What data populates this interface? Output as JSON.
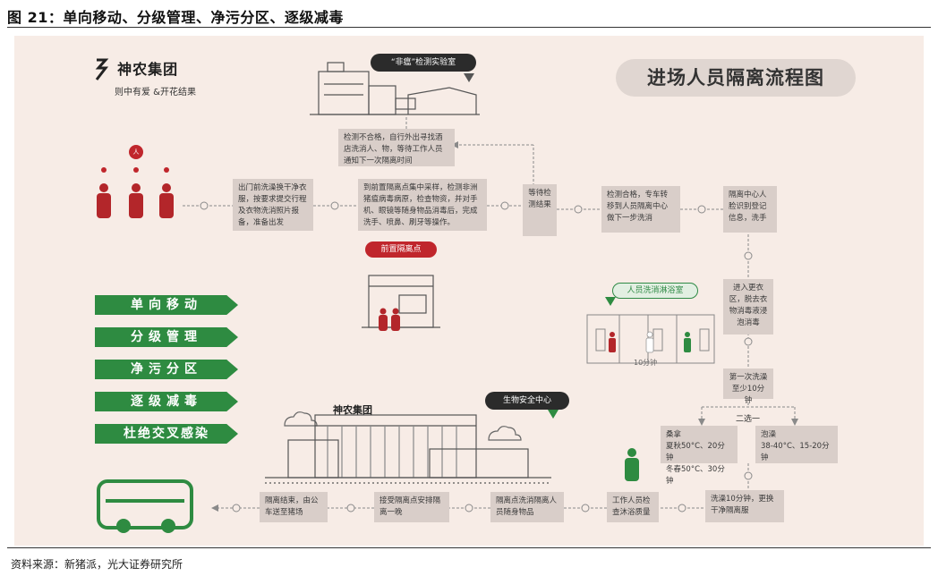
{
  "figure_title": "图 21：单向移动、分级管理、净污分区、逐级减毒",
  "source_note": "资料来源：新猪派，光大证券研究所",
  "poster": {
    "brand_name": "神农集团",
    "brand_slogan": "则中有爱 &开花结果",
    "main_title": "进场人员隔离流程图",
    "lab_label": "“非瘟”检测实验室",
    "pre_isolation_label": "前置隔离点",
    "shower_room_label": "人员洗消淋浴室",
    "shower_time_note": "10分钟",
    "biosafety_label": "生物安全中心",
    "building_brand": "神农集团",
    "choice_label": "二选一",
    "person_badge": "人",
    "steps": {
      "s1": "出门前洗澡换干净衣服，按要求提交行程及衣物洗消照片报备，准备出发",
      "s2": "到前置隔离点集中采样，检测非洲猪瘟病毒病原，检查物资，并对手机、眼镜等随身物品消毒后，完成洗手、喷鼻、刷牙等操作。",
      "s3": "等待检测结果",
      "s_fail": "检测不合格，自行外出寻找酒店洗消人、物，等待工作人员通知下一次隔离时间",
      "s4": "检测合格，专车转移到人员隔离中心做下一步洗消",
      "s5": "隔离中心人脸识别登记信息，洗手",
      "s6": "进入更衣区，脱去衣物消毒液浸泡消毒",
      "s7": "第一次洗澡至少10分钟",
      "s8a": "桑拿\n夏秋50°C、20分钟\n冬春50°C、30分钟",
      "s8b": "泡澡\n38-40°C、15-20分钟",
      "s9": "洗澡10分钟，更换干净隔离服",
      "s10": "工作人员检查沐浴质量",
      "s11": "隔离点洗消隔离人员随身物品",
      "s12": "接受隔离点安排隔离一晚",
      "s13": "隔离结束，由公车送至猪场"
    },
    "principles": [
      "单向移动",
      "分级管理",
      "净污分区",
      "逐级减毒",
      "杜绝交叉感染"
    ]
  },
  "colors": {
    "poster_bg": "#f7ece6",
    "box_bg": "#d9cec9",
    "ribbon_green": "#2e8b41",
    "person_red": "#b3262a",
    "person_green": "#2e8b41",
    "connector": "#888888"
  },
  "icons": [
    "person-icon",
    "location-pin-icon",
    "check-circle-icon",
    "bus-icon",
    "lab-building-icon",
    "biosafety-building-icon",
    "shower-room-icon",
    "cloud-icon",
    "logo-icon"
  ]
}
